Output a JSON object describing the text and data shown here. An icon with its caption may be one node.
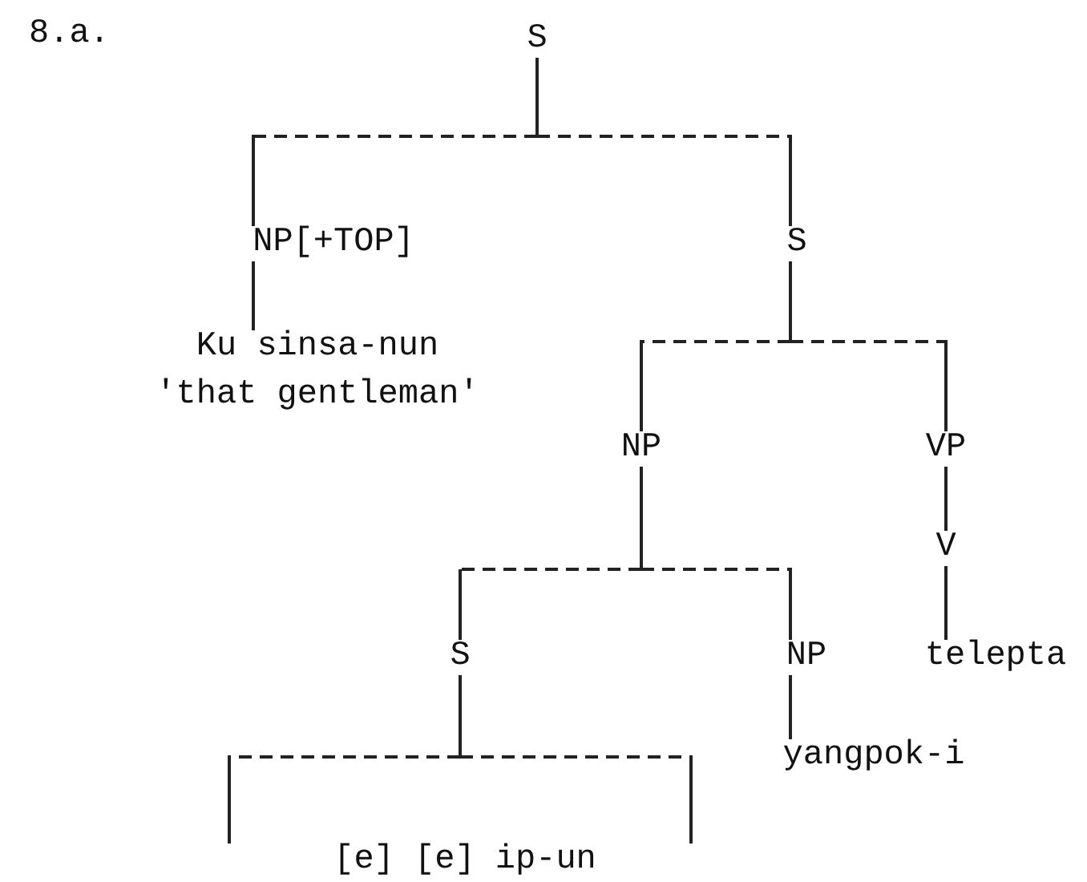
{
  "diagram": {
    "nodes": [
      {
        "text": [
          "S"
        ]
      },
      {
        "text": [
          "NP[+TOP]"
        ]
      },
      {
        "text": [
          "S"
        ]
      },
      {
        "text": [
          "Ku sinsa-nun",
          "'that gentleman'"
        ]
      },
      {
        "text": [
          "NP"
        ]
      },
      {
        "text": [
          "VP"
        ]
      },
      {
        "text": [
          "V"
        ]
      },
      {
        "text": [
          "S"
        ]
      },
      {
        "text": [
          "NP"
        ]
      },
      {
        "text": [
          "telepta"
        ]
      },
      {
        "text": [
          "yangpok-i"
        ]
      },
      {
        "text": [
          "[e] [e] ip-un"
        ]
      }
    ],
    "edges": [
      {
        "from": 0,
        "to": 1,
        "arrow": "none",
        "style": "dashed"
      },
      {
        "from": 0,
        "to": 2,
        "arrow": "none",
        "style": "dashed"
      },
      {
        "from": 1,
        "to": 3,
        "arrow": "none"
      },
      {
        "from": 2,
        "to": 4,
        "arrow": "none",
        "style": "dashed"
      },
      {
        "from": 2,
        "to": 5,
        "arrow": "none",
        "style": "dashed"
      },
      {
        "from": 4,
        "to": 7,
        "arrow": "none",
        "style": "dashed"
      },
      {
        "from": 4,
        "to": 8,
        "arrow": "none",
        "style": "dashed"
      },
      {
        "from": 5,
        "to": 6,
        "arrow": "none"
      },
      {
        "from": 6,
        "to": 9,
        "arrow": "none"
      },
      {
        "from": 8,
        "to": 10,
        "arrow": "none"
      },
      {
        "from": 7,
        "to": 11,
        "arrow": "none",
        "style": "dashed"
      }
    ],
    "labels": [
      "8.a."
    ]
  }
}
